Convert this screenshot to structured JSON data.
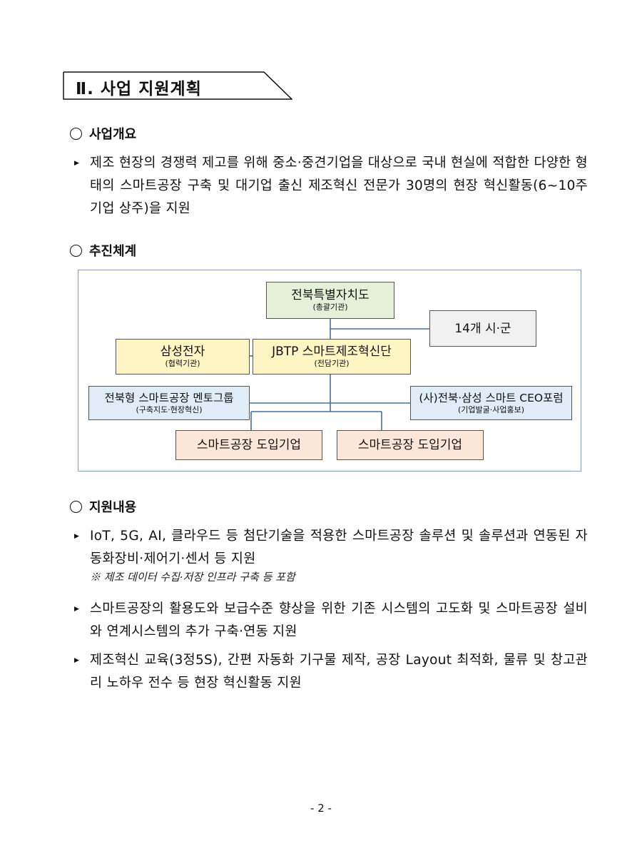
{
  "title": "Ⅱ. 사업 지원계획",
  "sections": {
    "overview": {
      "heading": "사업개요",
      "bullets": [
        "제조 현장의 경쟁력 제고를 위해 중소·중견기업을 대상으로 국내 현실에 적합한 다양한 형태의 스마트공장 구축 및 대기업 출신 제조혁신 전문가 30명의 현장 혁신활동(6~10주 기업 상주)을 지원"
      ]
    },
    "structure": {
      "heading": "추진체계"
    },
    "support": {
      "heading": "지원내용",
      "bullets": [
        "IoT, 5G, AI, 클라우드 등 첨단기술을 적용한 스마트공장 솔루션 및 솔루션과 연동된 자동화장비·제어기·센서 등 지원",
        "스마트공장의 활용도와 보급수준 향상을 위한 기존 시스템의 고도화 및 스마트공장 설비와 연계시스템의 추가 구축·연동 지원",
        "제조혁신 교육(3정5S), 간편 자동화 기구물 제작, 공장 Layout 최적화, 물류 및 창고관리 노하우 전수 등 현장 혁신활동 지원"
      ],
      "note": "※ 제조 데이터 수집·저장 인프라 구축 등 포함"
    }
  },
  "diagram": {
    "jeonbuk": {
      "name": "전북특별자치도",
      "role": "(총괄기관)"
    },
    "sigun": {
      "name": "14개 시·군"
    },
    "samsung": {
      "name": "삼성전자",
      "role": "(협력기관)"
    },
    "jbtp": {
      "name": "JBTP 스마트제조혁신단",
      "role": "(전담기관)"
    },
    "mentor": {
      "name": "전북형 스마트공장 멘토그룹",
      "role": "(구축지도·현장혁신)"
    },
    "forum": {
      "name": "(사)전북·삼성 스마트 CEO포럼",
      "role": "(기업발굴·사업홍보)"
    },
    "company1": {
      "name": "스마트공장 도입기업"
    },
    "company2": {
      "name": "스마트공장 도입기업"
    }
  },
  "page_number": "- 2 -",
  "colors": {
    "green": "#e4f1d8",
    "yellow": "#fdf5c4",
    "gray": "#f1f1f1",
    "blue": "#e0ecf8",
    "peach": "#fce6d8",
    "connector": "#4a6e9a"
  }
}
